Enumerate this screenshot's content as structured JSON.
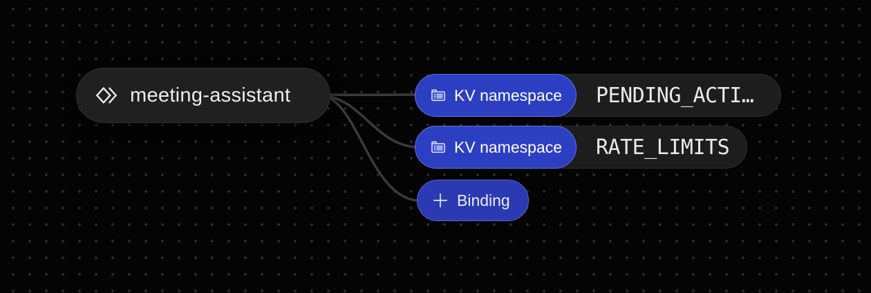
{
  "canvas": {
    "background_color": "#040404",
    "dot_color": "#2a2a2a",
    "connector_color": "#3b3b3b"
  },
  "worker_node": {
    "label": "meeting-assistant",
    "icon": "code-brackets-icon",
    "fill": "#202020"
  },
  "bindings": [
    {
      "type_label": "KV namespace",
      "icon": "kv-namespace-icon",
      "value": "PENDING_ACTI…"
    },
    {
      "type_label": "KV namespace",
      "icon": "kv-namespace-icon",
      "value": "RATE_LIMITS"
    }
  ],
  "add_binding": {
    "label": "Binding",
    "icon": "plus-icon"
  },
  "colors": {
    "badge_fill": "#2c3fc3",
    "badge_border": "#5b77e2",
    "button_fill": "#2b3ab2",
    "button_border": "#5169d3",
    "pill_fill": "#1d1d1d",
    "pill_border": "#2d2d2d",
    "value_text": "#eaeaea",
    "node_text": "#ececec"
  }
}
